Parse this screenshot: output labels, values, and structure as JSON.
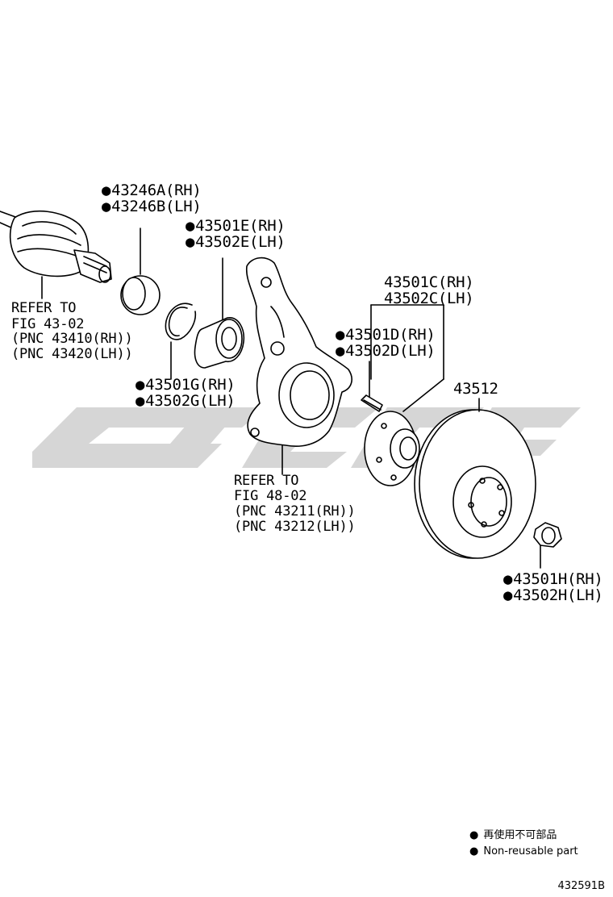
{
  "callouts": {
    "c43246a": "43246A(RH)",
    "c43246b": "43246B(LH)",
    "c43501e": "43501E(RH)",
    "c43502e": "43502E(LH)",
    "c43501c": "43501C(RH)",
    "c43502c": "43502C(LH)",
    "c43501d": "43501D(RH)",
    "c43502d": "43502D(LH)",
    "c43501g": "43501G(RH)",
    "c43502g": "43502G(LH)",
    "c43512": "43512",
    "c43501h": "43501H(RH)",
    "c43502h": "43502H(LH)"
  },
  "refer_driveshaft": {
    "line1": "REFER TO",
    "line2": "FIG 43-02",
    "line3": "(PNC 43410(RH))",
    "line4": "(PNC 43420(LH))"
  },
  "refer_knuckle": {
    "line1": "REFER TO",
    "line2": "FIG 48-02",
    "line3": "(PNC 43211(RH))",
    "line4": "(PNC 43212(LH))"
  },
  "legend": {
    "jp": "再使用不可部品",
    "en": "Non-reusable part"
  },
  "figure_number": "432591B",
  "colors": {
    "line": "#000000",
    "watermark": "#d6d6d6",
    "background": "#ffffff"
  }
}
